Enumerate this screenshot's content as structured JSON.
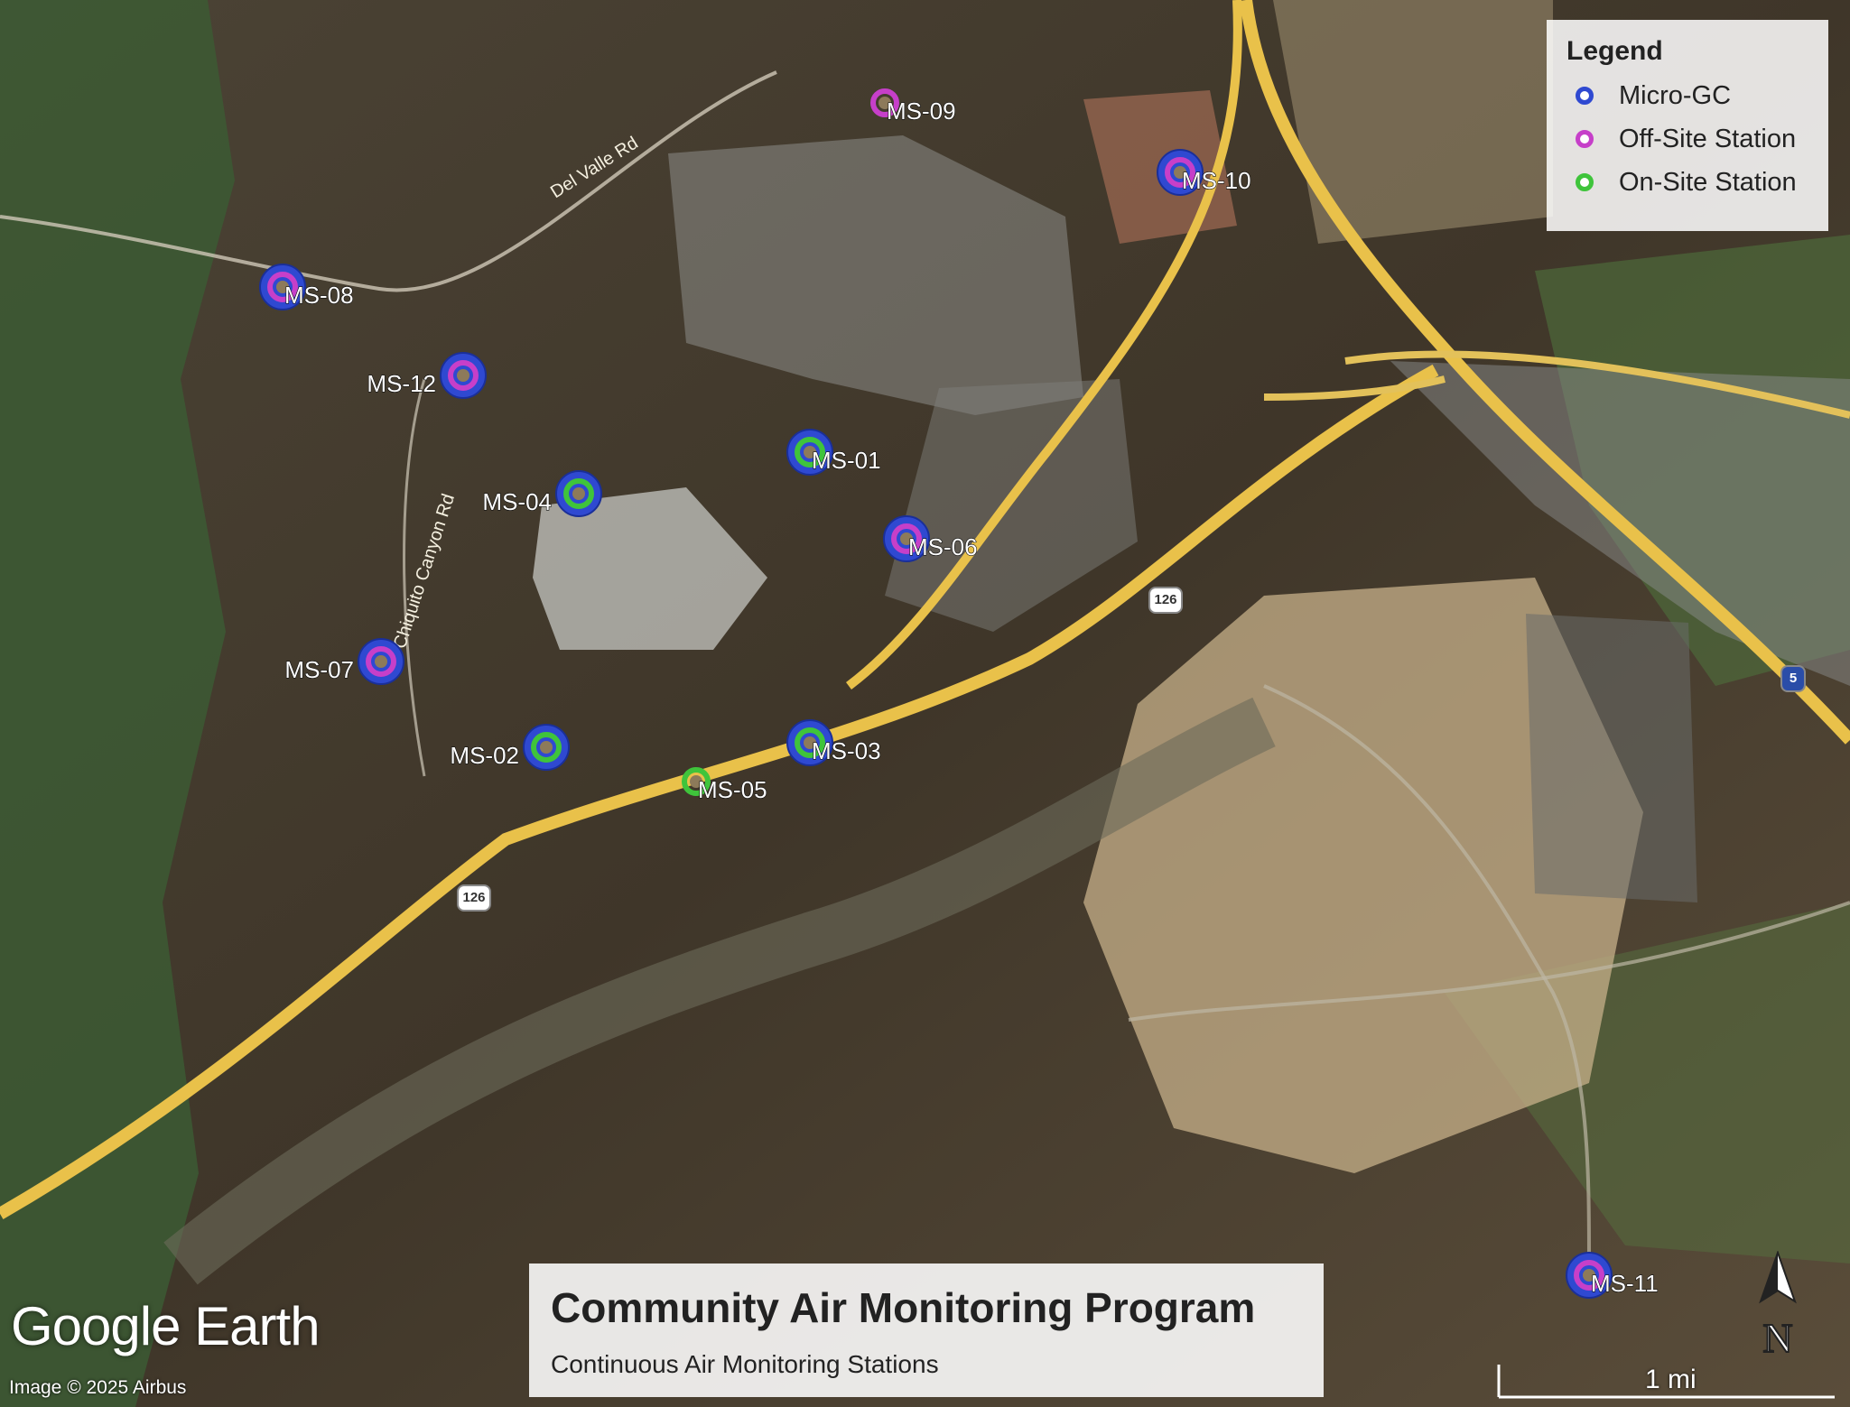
{
  "legend": {
    "title": "Legend",
    "items": [
      {
        "label": "Micro-GC",
        "color": "#2f49d1"
      },
      {
        "label": "Off-Site Station",
        "color": "#c63fc9"
      },
      {
        "label": "On-Site Station",
        "color": "#3fc43b"
      }
    ]
  },
  "title": {
    "main": "Community Air Monitoring Program",
    "sub": "Continuous Air Monitoring Stations"
  },
  "branding": {
    "logo_google": "Google",
    "logo_earth": "Earth",
    "copyright": "Image © 2025 Airbus"
  },
  "scale": {
    "label": "1 mi"
  },
  "north": {
    "label": "N"
  },
  "roads": {
    "road1": "Del Valle Rd",
    "road2": "Chiquito Canyon Rd"
  },
  "highways": [
    "126",
    "126",
    "5"
  ],
  "stations": [
    {
      "id": "MS-01",
      "types": [
        "micro-gc",
        "on-site"
      ]
    },
    {
      "id": "MS-02",
      "types": [
        "micro-gc",
        "on-site"
      ]
    },
    {
      "id": "MS-03",
      "types": [
        "micro-gc",
        "on-site"
      ]
    },
    {
      "id": "MS-04",
      "types": [
        "micro-gc",
        "on-site"
      ]
    },
    {
      "id": "MS-05",
      "types": [
        "on-site"
      ]
    },
    {
      "id": "MS-06",
      "types": [
        "micro-gc",
        "off-site"
      ]
    },
    {
      "id": "MS-07",
      "types": [
        "micro-gc",
        "off-site"
      ]
    },
    {
      "id": "MS-08",
      "types": [
        "micro-gc",
        "off-site"
      ]
    },
    {
      "id": "MS-09",
      "types": [
        "off-site"
      ]
    },
    {
      "id": "MS-10",
      "types": [
        "micro-gc",
        "off-site"
      ]
    },
    {
      "id": "MS-11",
      "types": [
        "micro-gc",
        "off-site"
      ]
    },
    {
      "id": "MS-12",
      "types": [
        "micro-gc",
        "off-site"
      ]
    }
  ]
}
